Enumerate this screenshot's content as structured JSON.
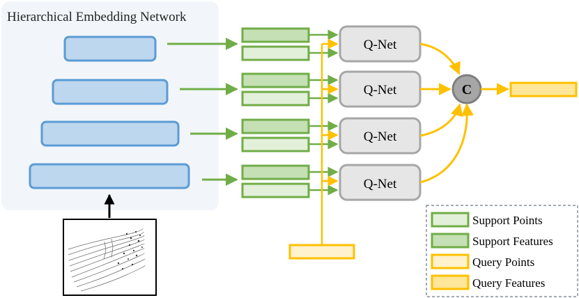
{
  "panel": {
    "title": "Hierarchical Embedding Network"
  },
  "qnets": [
    "Q-Net",
    "Q-Net",
    "Q-Net",
    "Q-Net"
  ],
  "concat": {
    "label": "C"
  },
  "legend": {
    "items": [
      {
        "label": "Support Points",
        "fill": "#e2f0d9",
        "stroke": "#70ad47"
      },
      {
        "label": "Support Features",
        "fill": "#c5e0b4",
        "stroke": "#70ad47"
      },
      {
        "label": "Query Points",
        "fill": "#fff2cc",
        "stroke": "#ffc000"
      },
      {
        "label": "Query Features",
        "fill": "#ffe699",
        "stroke": "#ffc000"
      }
    ]
  },
  "colors": {
    "panel_bg": "#f2f6fb",
    "embed_fill": "#bdd7ee",
    "embed_stroke": "#5b9bd5",
    "green": "#70ad47",
    "gold": "#ffc000",
    "qnet_fill": "#e7e6e6",
    "qnet_stroke": "#a6a6a6"
  }
}
